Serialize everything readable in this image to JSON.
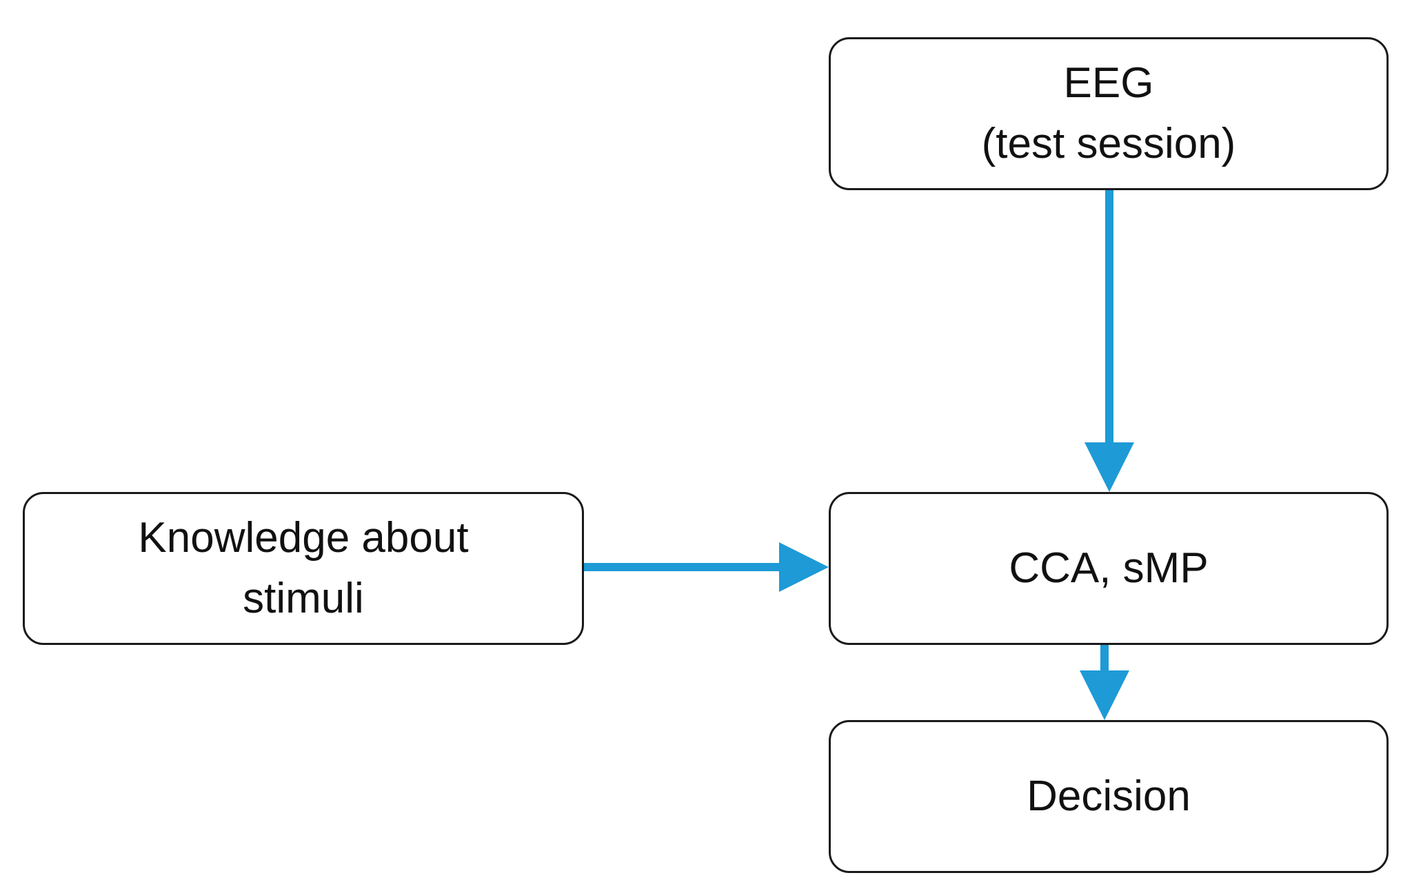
{
  "diagram": {
    "arrow_color": "#1e9ad6",
    "nodes": {
      "eeg": {
        "line1": "EEG",
        "line2": "(test session)"
      },
      "knowledge": {
        "line1": "Knowledge about",
        "line2": "stimuli"
      },
      "cca": {
        "line1": "CCA, sMP"
      },
      "decision": {
        "line1": "Decision"
      }
    },
    "edges": [
      {
        "from": "EEG (test session)",
        "to": "CCA, sMP"
      },
      {
        "from": "Knowledge about stimuli",
        "to": "CCA, sMP"
      },
      {
        "from": "CCA, sMP",
        "to": "Decision"
      }
    ]
  }
}
